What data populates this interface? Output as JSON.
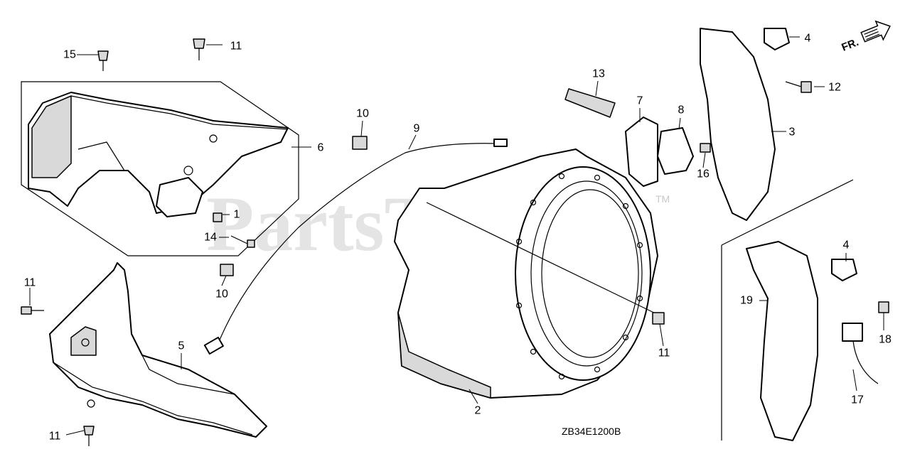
{
  "diagram": {
    "watermark": "PartsTree",
    "trademark": "TM",
    "drawing_code": "ZB34E1200B",
    "direction_label": "FR.",
    "callouts": [
      "15",
      "11",
      "6",
      "1",
      "14",
      "11",
      "5",
      "11",
      "10",
      "10",
      "9",
      "2",
      "11",
      "13",
      "7",
      "8",
      "16",
      "4",
      "12",
      "3",
      "4",
      "19",
      "18",
      "17"
    ]
  }
}
